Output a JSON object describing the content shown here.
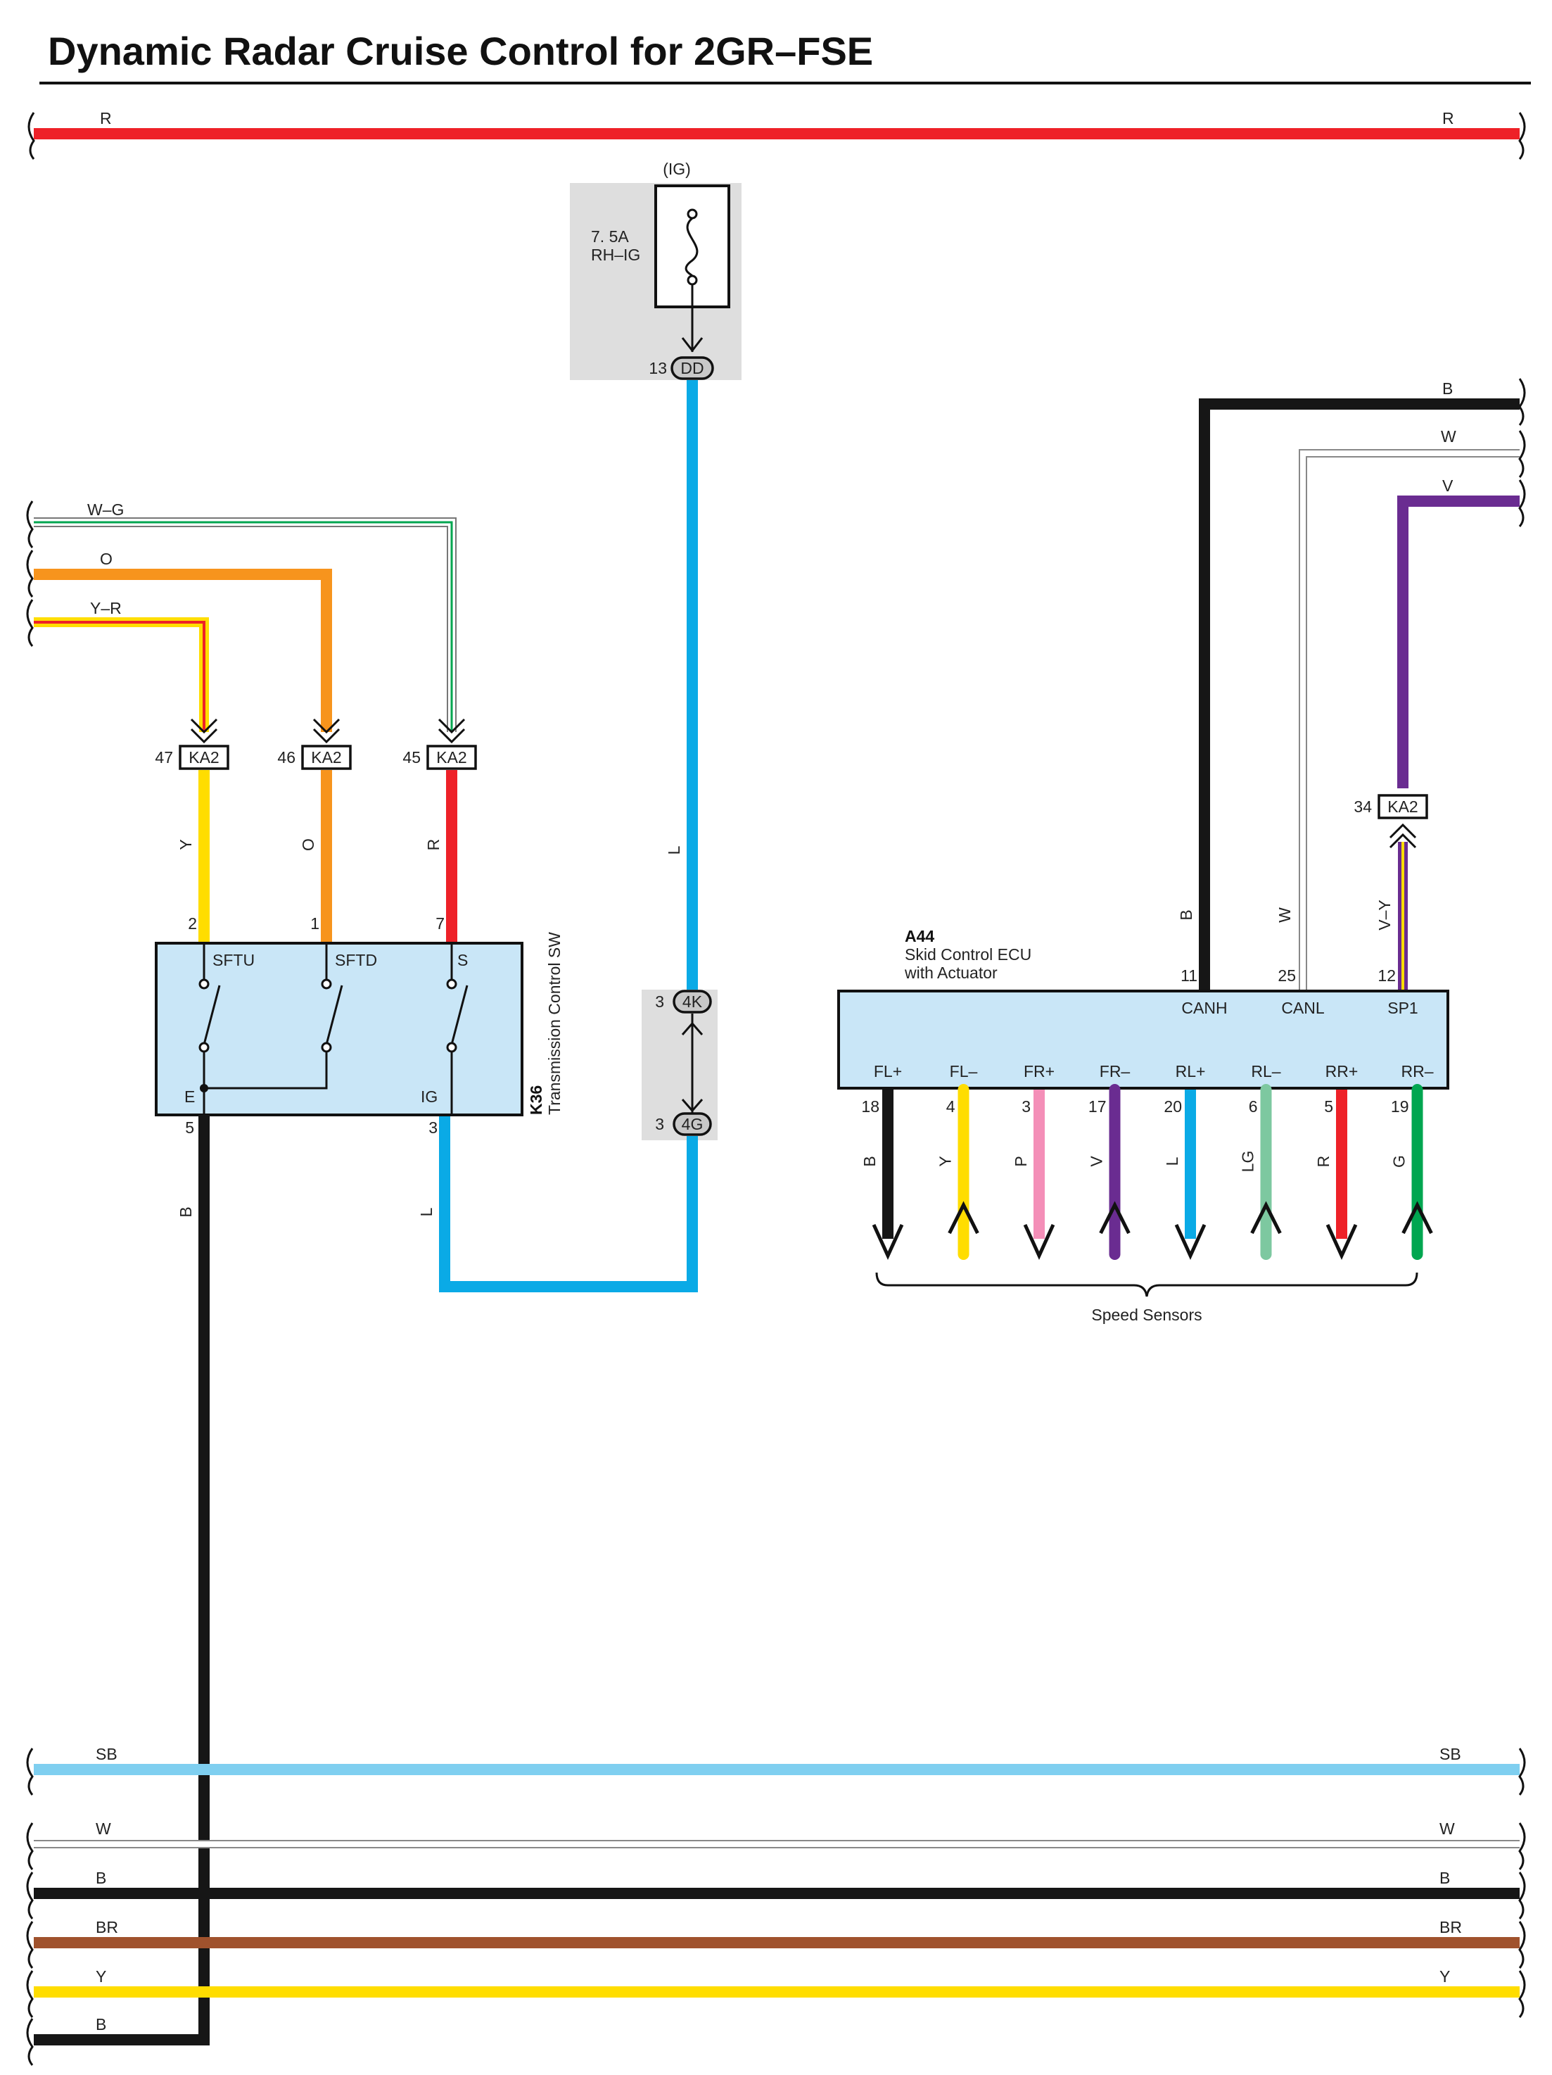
{
  "title": "Dynamic Radar Cruise Control for 2GR–FSE",
  "colors": {
    "R": "#ee2128",
    "B": "#161616",
    "W": "#ffffff",
    "V": "#6a2c91",
    "L": "#0aaae6",
    "O": "#f7941d",
    "Y": "#ffdd00",
    "G": "#00a650",
    "P": "#f48fb8",
    "LG": "#7dc8a0",
    "SB": "#7fcff0",
    "BR": "#a0522d",
    "box": "#c9e6f7",
    "shade": "#dedede"
  },
  "top_bus": {
    "left_label": "R",
    "right_label": "R"
  },
  "fuse": {
    "header": "(IG)",
    "rating": "7. 5A",
    "name": "RH–IG",
    "pin": "13",
    "connector": "DD"
  },
  "left_inputs": [
    {
      "label": "W–G"
    },
    {
      "label": "O"
    },
    {
      "label": "Y–R"
    }
  ],
  "ka2_left": [
    {
      "pin": "47",
      "connector": "KA2",
      "wire": "Y"
    },
    {
      "pin": "46",
      "connector": "KA2",
      "wire": "O"
    },
    {
      "pin": "45",
      "connector": "KA2",
      "wire": "R"
    }
  ],
  "k36": {
    "code": "K36",
    "name": "Transmission Control SW",
    "top_pins": [
      {
        "pin": "2",
        "label": "SFTU"
      },
      {
        "pin": "1",
        "label": "SFTD"
      },
      {
        "pin": "7",
        "label": "S"
      }
    ],
    "bottom_pins": [
      {
        "pin": "5",
        "label": "E",
        "wire": "B"
      },
      {
        "pin": "3",
        "label": "IG",
        "wire": "L"
      }
    ]
  },
  "fuse_wire": "L",
  "joint": [
    {
      "pin": "3",
      "connector": "4K"
    },
    {
      "pin": "3",
      "connector": "4G"
    }
  ],
  "right_inputs": [
    {
      "label": "B"
    },
    {
      "label": "W"
    },
    {
      "label": "V"
    }
  ],
  "ka2_right": {
    "pin": "34",
    "connector": "KA2"
  },
  "a44": {
    "code": "A44",
    "name_line1": "Skid Control ECU",
    "name_line2": "with Actuator",
    "top_pins": [
      {
        "pin": "11",
        "label": "CANH",
        "wire": "B"
      },
      {
        "pin": "25",
        "label": "CANL",
        "wire": "W"
      },
      {
        "pin": "12",
        "label": "SP1",
        "wire": "V–Y"
      }
    ],
    "bottom_pins": [
      {
        "label": "FL+",
        "pin": "18",
        "wire": "B",
        "dir": "out"
      },
      {
        "label": "FL–",
        "pin": "4",
        "wire": "Y",
        "dir": "in"
      },
      {
        "label": "FR+",
        "pin": "3",
        "wire": "P",
        "dir": "out"
      },
      {
        "label": "FR–",
        "pin": "17",
        "wire": "V",
        "dir": "in"
      },
      {
        "label": "RL+",
        "pin": "20",
        "wire": "L",
        "dir": "out"
      },
      {
        "label": "RL–",
        "pin": "6",
        "wire": "LG",
        "dir": "in"
      },
      {
        "label": "RR+",
        "pin": "5",
        "wire": "R",
        "dir": "out"
      },
      {
        "label": "RR–",
        "pin": "19",
        "wire": "G",
        "dir": "in"
      }
    ],
    "group_label": "Speed Sensors"
  },
  "bottom_buses": [
    {
      "left_label": "SB",
      "right_label": "SB",
      "color": "SB"
    },
    {
      "left_label": "W",
      "right_label": "W",
      "color": "W"
    },
    {
      "left_label": "B",
      "right_label": "B",
      "color": "B"
    },
    {
      "left_label": "BR",
      "right_label": "BR",
      "color": "BR"
    },
    {
      "left_label": "Y",
      "right_label": "Y",
      "color": "Y"
    },
    {
      "left_label": "B",
      "right_label": "",
      "color": "B"
    }
  ]
}
